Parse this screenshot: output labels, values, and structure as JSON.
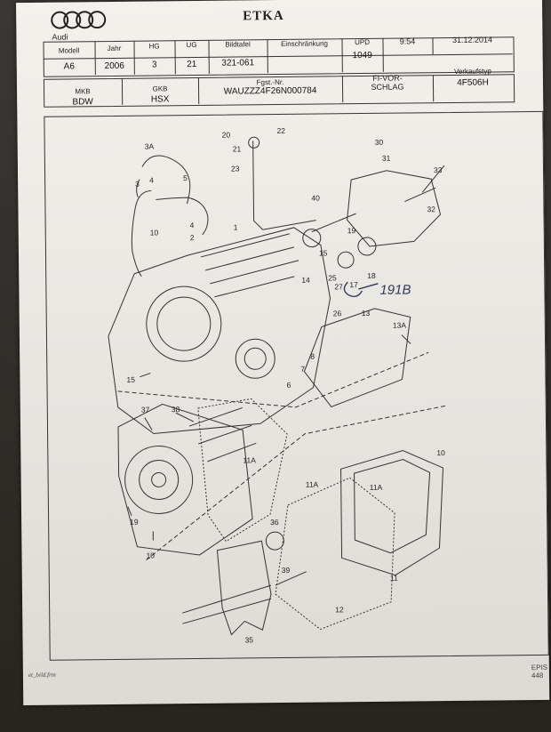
{
  "header": {
    "brand": "Audi",
    "title": "ETKA",
    "row1": {
      "labels": [
        "Modell",
        "Jahr",
        "HG",
        "UG",
        "Bildtafel",
        "Einschränkung",
        "UPD",
        "9:54",
        "31.12.2014"
      ],
      "values": [
        "A6",
        "2006",
        "3",
        "21",
        "321-061",
        "",
        "1049"
      ]
    },
    "row2": {
      "labels": [
        "MKB",
        "GKB",
        "Fgst.-Nr.",
        "FI-VOR-",
        "Verkaufstyp"
      ],
      "label_extra": "SCHLAG",
      "values": [
        "BDW",
        "HSX",
        "WAUZZZ4F26N000784",
        "",
        "4F506H"
      ]
    }
  },
  "callouts": [
    "1",
    "2",
    "3",
    "3A",
    "4",
    "4",
    "5",
    "6",
    "7",
    "8",
    "10",
    "10",
    "10",
    "11",
    "11A",
    "11A",
    "11A",
    "12",
    "13",
    "13A",
    "14",
    "15",
    "15",
    "16",
    "17",
    "18",
    "19",
    "20",
    "21",
    "22",
    "23",
    "25",
    "26",
    "27",
    "30",
    "31",
    "32",
    "33",
    "35",
    "36",
    "37",
    "38",
    "39",
    "40"
  ],
  "handwritten_note": "191B",
  "footer": {
    "left": "et_bild.frm",
    "right": "EPIS 448"
  }
}
